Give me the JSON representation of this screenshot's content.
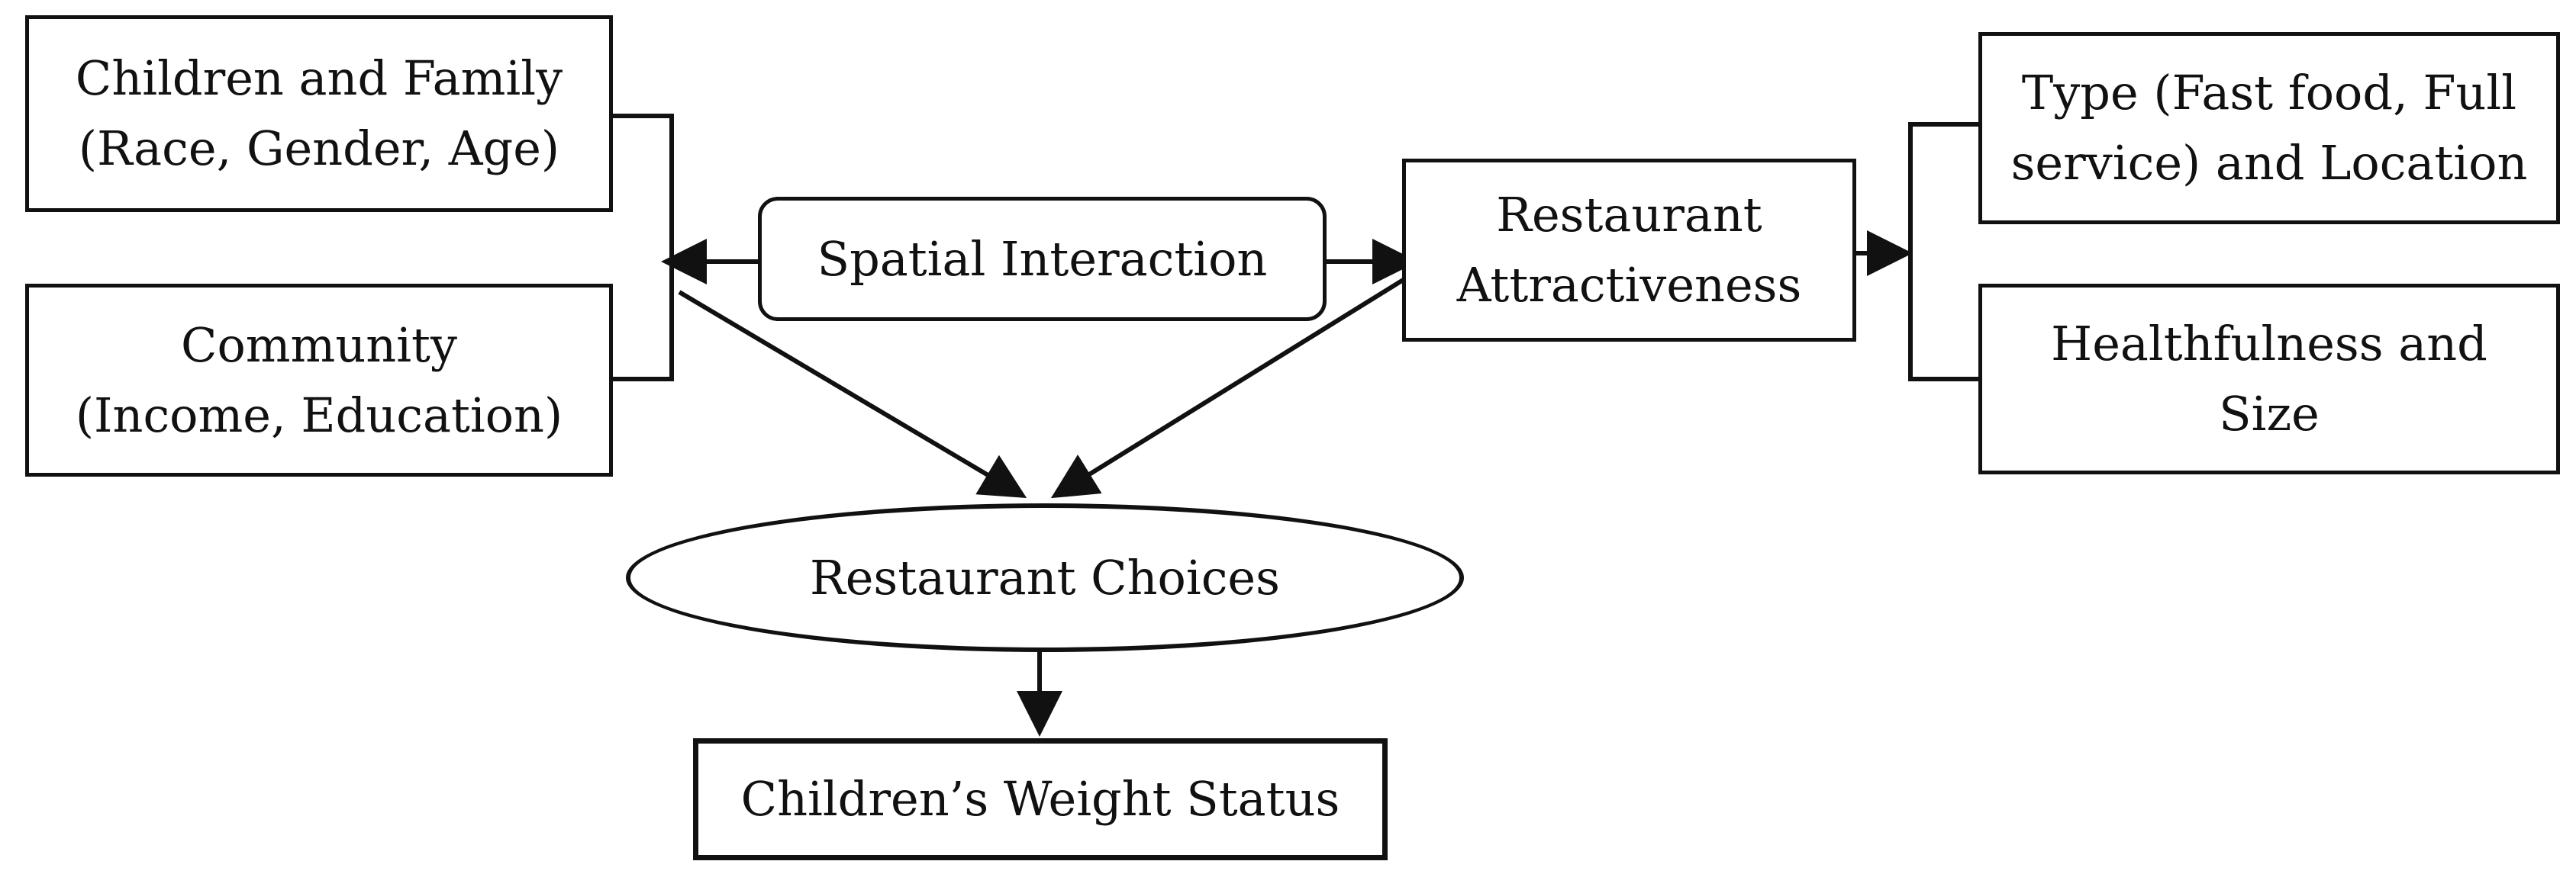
{
  "diagram": {
    "children_family": {
      "line1": "Children and Family",
      "line2": "(Race, Gender, Age)"
    },
    "community": {
      "line1": "Community",
      "line2": "(Income, Education)"
    },
    "spatial_interaction": {
      "label": "Spatial Interaction"
    },
    "restaurant_attractiveness": {
      "line1": "Restaurant",
      "line2": "Attractiveness"
    },
    "type_location": {
      "line1": "Type (Fast food, Full",
      "line2": "service) and Location"
    },
    "healthfulness_size": {
      "line1": "Healthfulness and",
      "line2": "Size"
    },
    "restaurant_choices": {
      "label": "Restaurant Choices"
    },
    "weight_status": {
      "label": "Children’s Weight Status"
    }
  }
}
